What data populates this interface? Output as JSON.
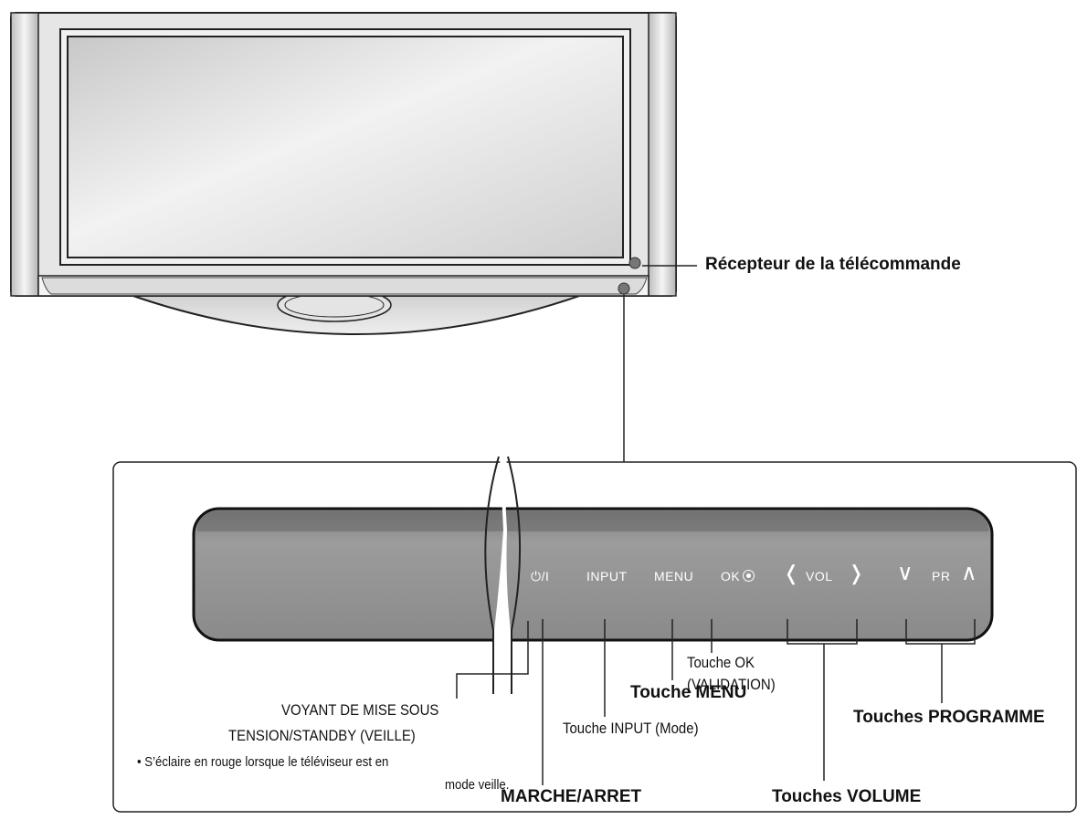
{
  "labels": {
    "remote_receiver": "Récepteur de la télécommande",
    "power_indicator_line1": "VOYANT DE MISE SOUS",
    "power_indicator_line2": "TENSION/STANDBY (VEILLE)",
    "power_indicator_note_line1": "• S’éclaire en rouge lorsque le téléviseur est en",
    "power_indicator_note_line2": "mode veille.",
    "power_button": "MARCHE/ARRET",
    "input_button": "Touche INPUT (Mode)",
    "menu_button": "Touche MENU",
    "ok_button_line1": "Touche OK",
    "ok_button_line2": "(VALIDATION)",
    "volume_buttons": "Touches VOLUME",
    "programme_buttons": "Touches PROGRAMME"
  },
  "panel": {
    "power_symbol": "⏻/I",
    "input": "INPUT",
    "menu": "MENU",
    "ok": "OK",
    "vol_left": "❬",
    "vol": "VOL",
    "vol_right": "❭",
    "pr_down": "∨",
    "pr": "PR",
    "pr_up": "∧"
  },
  "colors": {
    "panel_dark": "#5a5a5a",
    "panel_light": "#9c9c9c",
    "bezel": "#dcdcdc"
  }
}
